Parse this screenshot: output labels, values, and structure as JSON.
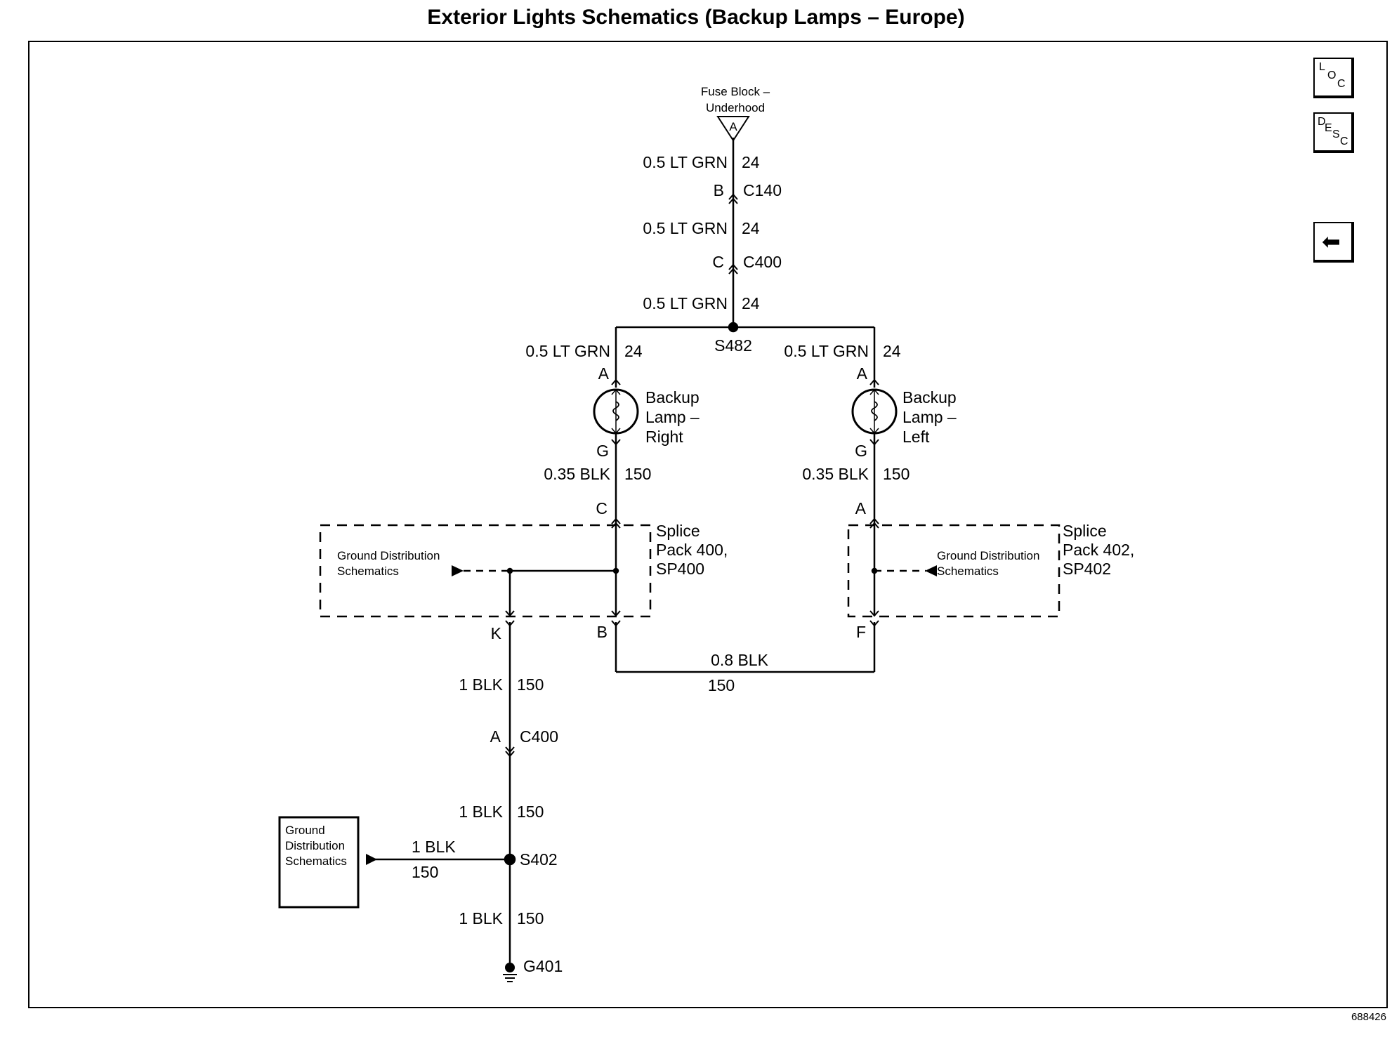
{
  "title": "Exterior Lights Schematics (Backup Lamps – Europe)",
  "doc_id": "688426",
  "nav": {
    "loc": [
      "L",
      "O",
      "C"
    ],
    "desc": [
      "D",
      "E",
      "S",
      "C"
    ],
    "back_glyph": "⬅"
  },
  "labels": {
    "fuse_block_1": "Fuse Block –",
    "fuse_block_2": "Underhood",
    "fuse_pin": "A",
    "w1_a": "0.5 LT GRN",
    "w1_b": "24",
    "c140_pin": "B",
    "c140": "C140",
    "w2_a": "0.5 LT GRN",
    "w2_b": "24",
    "c400_pin_top": "C",
    "c400_top": "C400",
    "w3_a": "0.5 LT GRN",
    "w3_b": "24",
    "s482": "S482",
    "wr_a": "0.5 LT GRN",
    "wr_b": "24",
    "wl_a": "0.5 LT GRN",
    "wl_b": "24",
    "rlamp_pin_top": "A",
    "llamp_pin_top": "A",
    "rlamp_1": "Backup",
    "rlamp_2": "Lamp –",
    "rlamp_3": "Right",
    "llamp_1": "Backup",
    "llamp_2": "Lamp –",
    "llamp_3": "Left",
    "rlamp_pin_bot": "G",
    "llamp_pin_bot": "G",
    "wrg_a": "0.35 BLK",
    "wrg_b": "150",
    "wlg_a": "0.35 BLK",
    "wlg_b": "150",
    "sp400_pin_c": "C",
    "sp402_pin_a": "A",
    "sp400_1": "Splice",
    "sp400_2": "Pack 400,",
    "sp400_3": "SP400",
    "sp402_1": "Splice",
    "sp402_2": "Pack 402,",
    "sp402_3": "SP402",
    "gd_left_1": "Ground Distribution",
    "gd_left_2": "Schematics",
    "gd_right_1": "Ground Distribution",
    "gd_right_2": "Schematics",
    "sp400_pin_k": "K",
    "sp400_pin_b": "B",
    "sp402_pin_f": "F",
    "wbridge_a": "0.8 BLK",
    "wbridge_b": "150",
    "wk_a": "1 BLK",
    "wk_b": "150",
    "c400_pin_bot": "A",
    "c400_bot": "C400",
    "wk2_a": "1 BLK",
    "wk2_b": "150",
    "gd_box_1": "Ground",
    "gd_box_2": "Distribution",
    "gd_box_3": "Schematics",
    "wgd_a": "1 BLK",
    "wgd_b": "150",
    "s402": "S402",
    "wg_a": "1 BLK",
    "wg_b": "150",
    "g401": "G401"
  }
}
